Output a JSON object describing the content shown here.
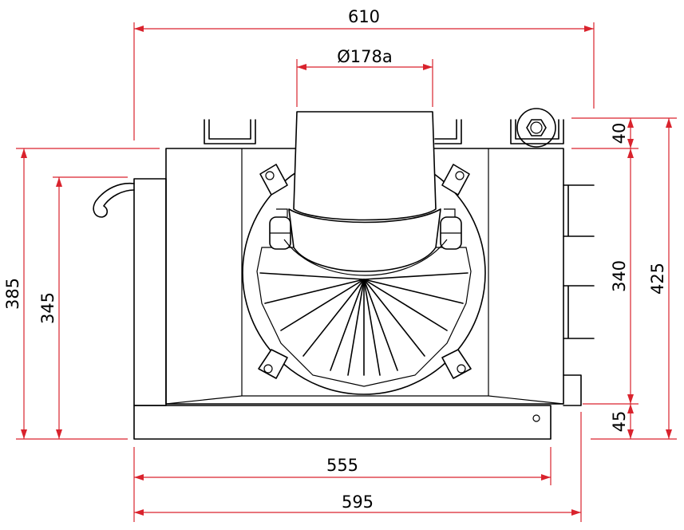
{
  "colors": {
    "dimension": "#d9232d",
    "outline": "#000000",
    "background": "#ffffff"
  },
  "dimensions": {
    "overall_top_width": "610",
    "duct_diameter": "Ø178a",
    "top_bracket_height": "40",
    "middle_height": "340",
    "total_height_right": "425",
    "left_height_outer": "385",
    "left_height_inner": "345",
    "base_height": "45",
    "base_width_inner": "555",
    "base_width_outer": "595"
  }
}
